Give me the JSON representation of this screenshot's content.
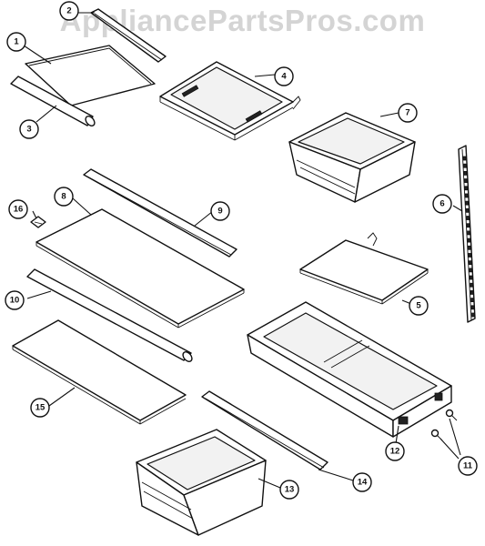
{
  "watermark": "AppliancePartsPros.com",
  "callouts": [
    {
      "id": "1",
      "label": "1"
    },
    {
      "id": "2",
      "label": "2"
    },
    {
      "id": "3",
      "label": "3"
    },
    {
      "id": "4",
      "label": "4"
    },
    {
      "id": "5",
      "label": "5"
    },
    {
      "id": "6",
      "label": "6"
    },
    {
      "id": "7",
      "label": "7"
    },
    {
      "id": "8",
      "label": "8"
    },
    {
      "id": "9",
      "label": "9"
    },
    {
      "id": "10",
      "label": "10"
    },
    {
      "id": "11",
      "label": "11"
    },
    {
      "id": "12",
      "label": "12"
    },
    {
      "id": "13",
      "label": "13"
    },
    {
      "id": "14",
      "label": "14"
    },
    {
      "id": "15",
      "label": "15"
    },
    {
      "id": "16",
      "label": "16"
    }
  ]
}
